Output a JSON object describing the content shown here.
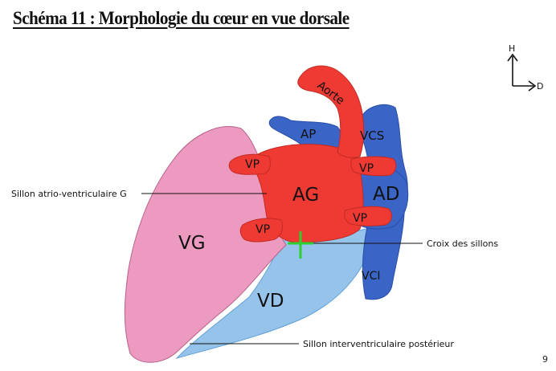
{
  "title": "Schéma 11 : Morphologie du cœur en vue dorsale",
  "orientation": {
    "up": "H",
    "right": "D"
  },
  "structures": {
    "aorta": "Aorte",
    "pulmonary_artery": "AP",
    "superior_vena_cava": "VCS",
    "pulmonary_vein_upper_left": "VP",
    "pulmonary_vein_upper_right": "VP",
    "pulmonary_vein_lower_left": "VP",
    "pulmonary_vein_lower_right": "VP",
    "left_atrium": "AG",
    "right_atrium": "AD",
    "left_ventricle": "VG",
    "right_ventricle": "VD",
    "inferior_vena_cava": "VCI"
  },
  "callouts": {
    "left_av_sulcus": "Sillon atrio-ventriculaire G",
    "crux": "Croix des sillons",
    "posterior_iv_sulcus": "Sillon interventriculaire postérieur"
  },
  "colors": {
    "red": "#ee3a32",
    "blue": "#3a64c6",
    "light_blue": "#95c3e9",
    "pink": "#ec9ac0",
    "cross": "#2fcf2f"
  },
  "page_number": "9"
}
